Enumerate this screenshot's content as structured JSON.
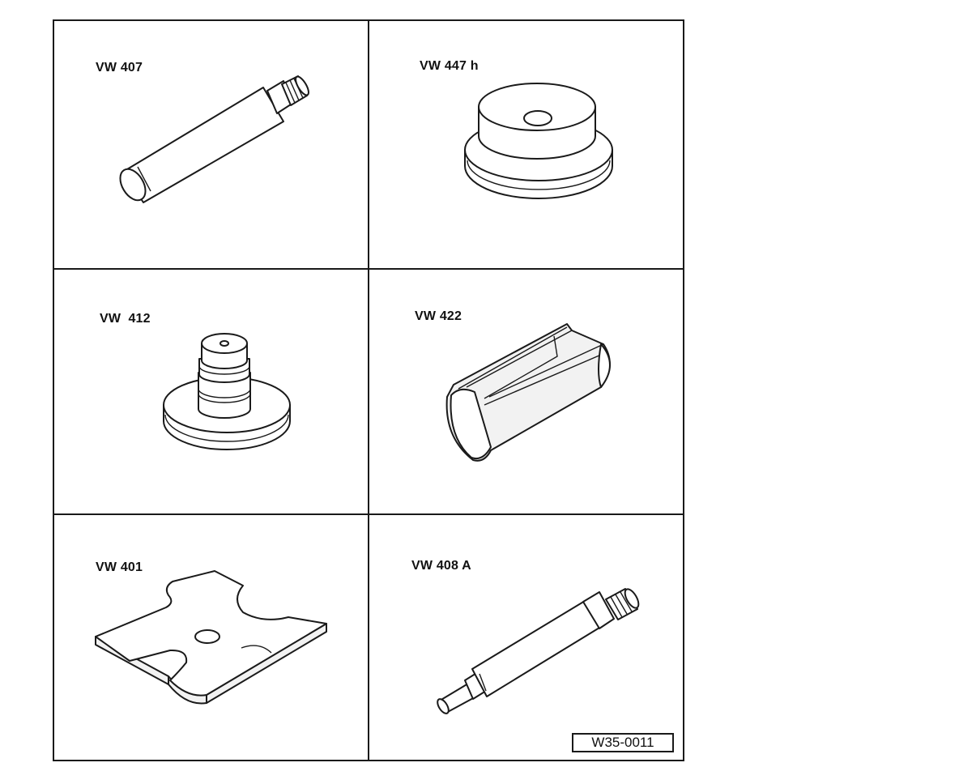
{
  "tools": [
    {
      "label": "VW 407",
      "icon": "mandrel-pin-icon"
    },
    {
      "label": "VW 447 h",
      "icon": "stepped-disc-icon"
    },
    {
      "label": "VW  412",
      "icon": "stepped-spindle-icon"
    },
    {
      "label": "VW 422",
      "icon": "split-sleeve-icon"
    },
    {
      "label": "VW 401",
      "icon": "cross-plate-icon"
    },
    {
      "label": "VW 408 A",
      "icon": "drift-shaft-icon"
    }
  ],
  "reference_code": "W35-0011"
}
